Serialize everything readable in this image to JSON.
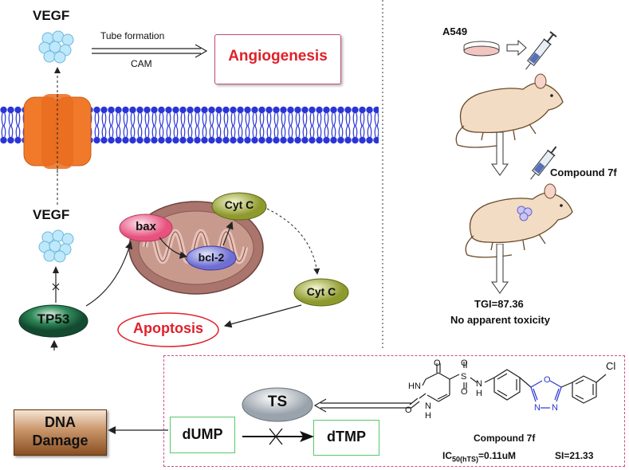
{
  "left_panel": {
    "vegf_top": "VEGF",
    "tube_formation": "Tube formation",
    "cam": "CAM",
    "angiogenesis": "Angiogenesis",
    "vegf_mid": "VEGF",
    "bax": "bax",
    "bcl2": "bcl-2",
    "cytc_top": "Cyt C",
    "cytc_right": "Cyt C",
    "tp53": "TP53",
    "apoptosis": "Apoptosis"
  },
  "right_panel": {
    "cell_line": "A549",
    "compound_label": "Compound 7f",
    "tgi": "TGI=87.36",
    "toxicity": "No apparent toxicity"
  },
  "bottom_panel": {
    "ts": "TS",
    "dump": "dUMP",
    "dtmp": "dTMP",
    "dna_damage_line1": "DNA",
    "dna_damage_line2": "Damage",
    "compound_name": "Compound 7f",
    "ic50_prefix": "IC",
    "ic50_subscript": "50(hTS)",
    "ic50_value": "=0.11uM",
    "si": "SI=21.33"
  },
  "structure_atoms": {
    "o1": "O",
    "o2": "O",
    "o3": "O",
    "o4": "O",
    "o5": "O",
    "hn": "HN",
    "nh_ring": "N",
    "h_ring": "H",
    "s": "S",
    "n_sulfonamide": "N",
    "h_sulfonamide": "H",
    "n1": "N",
    "n2": "N",
    "cl": "Cl"
  },
  "colors": {
    "angiogenesis_red": "#e0202a",
    "membrane_blue": "#2a35d6",
    "channel_orange": "#f07a2a",
    "tp53_green": "#1e6a45",
    "dna_brown": "#8a4f22",
    "dashed_magenta": "#d24a8a",
    "box_green": "#56c96a"
  }
}
